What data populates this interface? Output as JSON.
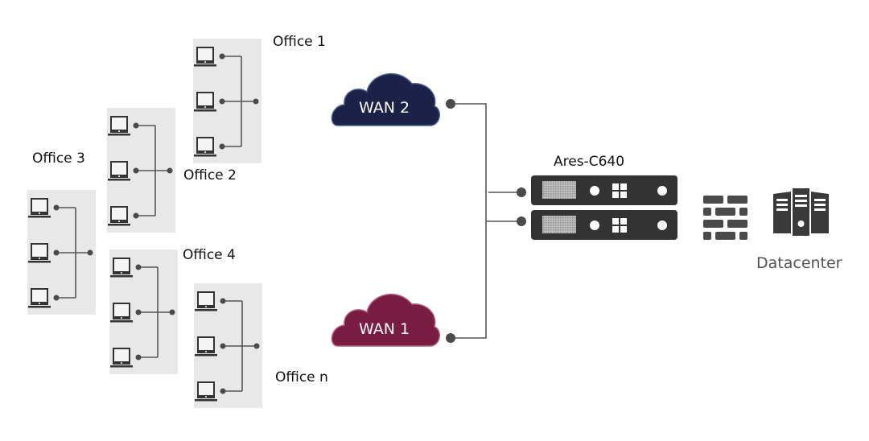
{
  "diagram": {
    "title": "Ares-C640 multi-WAN network topology",
    "offices": [
      {
        "id": "office-1",
        "label": "Office 1",
        "devices": 3
      },
      {
        "id": "office-2",
        "label": "Office 2",
        "devices": 3
      },
      {
        "id": "office-3",
        "label": "Office 3",
        "devices": 3
      },
      {
        "id": "office-4",
        "label": "Office 4",
        "devices": 3
      },
      {
        "id": "office-n",
        "label": "Office n",
        "devices": 3
      }
    ],
    "wans": [
      {
        "id": "wan-2",
        "label": "WAN 2",
        "color": "#1c2147"
      },
      {
        "id": "wan-1",
        "label": "WAN 1",
        "color": "#7a1c42"
      }
    ],
    "appliance": {
      "label": "Ares-C640",
      "units": 2,
      "color": "#333333"
    },
    "firewall": {
      "icon": "firewall-icon"
    },
    "datacenter": {
      "label": "Datacenter",
      "icon": "server-rack-icon"
    },
    "colors": {
      "office_bg": "#e8e8e8",
      "line": "#555555",
      "node": "#4a4a4a",
      "icon": "#333333"
    }
  }
}
